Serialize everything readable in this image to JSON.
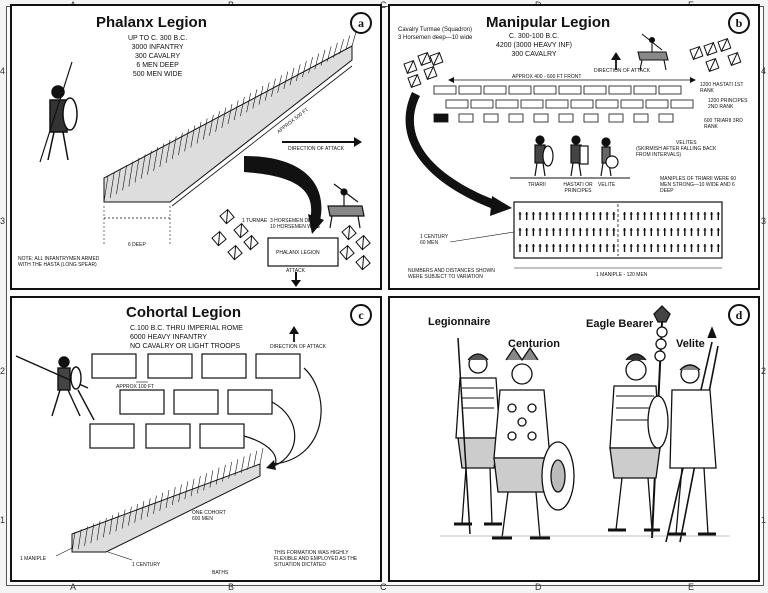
{
  "grid": {
    "top": [
      "A",
      "B",
      "C",
      "D",
      "E"
    ],
    "right": [
      "4",
      "3",
      "2",
      "1"
    ]
  },
  "phalanx": {
    "badge": "a",
    "title": "Phalanx Legion",
    "details": [
      "UP TO C. 300 B.C.",
      "3000 INFANTRY",
      "300 CAVALRY",
      "6 MEN DEEP",
      "500 MEN WIDE"
    ],
    "direction_label": "DIRECTION OF ATTACK",
    "approx_label": "APPROX 500 FT",
    "legend_turmae": "1 TURMAE",
    "legend_horsemen": "3 HORSEMEN DEEP",
    "legend_wide": "10 HORSEMEN WIDE",
    "box_label": "PHALANX LEGION",
    "attack_label": "ATTACK",
    "depth_label": "6 DEEP",
    "note": "NOTE: ALL INFANTRYMEN ARMED WITH THE HASTA (LONG SPEAR)"
  },
  "manipular": {
    "badge": "b",
    "title": "Manipular Legion",
    "cavalry_line1": "Cavalry Turmae (Squadron)",
    "cavalry_line2": "3 Horsemen deep—10 wide",
    "details": [
      "C. 300-100 B.C.",
      "4200 (3000 HEAVY INF)",
      "300 CAVALRY"
    ],
    "direction_label": "DIRECTION OF ATTACK",
    "front_label": "APPROX 400 - 600 FT FRONT",
    "hastati_label": "1200 HASTATI 1ST RANK",
    "principes_label": "1200 PRINCIPES 2ND RANK",
    "triarii_label": "600 TRIARII 3RD RANK",
    "triarii_note": "MANIPLES OF TRIARII WERE 60 MEN STRONG—10 WIDE AND 6 DEEP",
    "velites_label": "VELITES",
    "velites_note": "(SKIRMISH AFTER FALLING BACK FROM INTERVALS)",
    "figure_labels": [
      "TRIARII",
      "HASTATI OR PRINCIPES",
      "VELITE"
    ],
    "century_label": "1 CENTURY 60 MEN",
    "maniple_label": "1 MANIPLE - 120 MEN",
    "note": "NUMBERS AND DISTANCES SHOWN WERE SUBJECT TO VARIATION"
  },
  "cohortal": {
    "badge": "c",
    "title": "Cohortal Legion",
    "details": [
      "C.100 B.C. THRU IMPERIAL ROME",
      "6000 HEAVY INFANTRY",
      "NO CAVALRY OR LIGHT TROOPS"
    ],
    "direction_label": "DIRECTION OF ATTACK",
    "spacing_label": "APPROX 100 FT",
    "cohort_label": "ONE COHORT 600 MEN",
    "maniple_label": "1 MANIPLE",
    "century_label": "1 CENTURY",
    "note": "THIS FORMATION WAS HIGHLY FLEXIBLE AND EMPLOYED AS THE SITUATION DICTATED",
    "signature": "BATHS"
  },
  "figures": {
    "badge": "d",
    "labels": [
      "Legionnaire",
      "Centurion",
      "Eagle Bearer",
      "Velite"
    ]
  },
  "colors": {
    "ink": "#111111",
    "paper": "#ffffff",
    "frame": "#f4f4f4"
  }
}
